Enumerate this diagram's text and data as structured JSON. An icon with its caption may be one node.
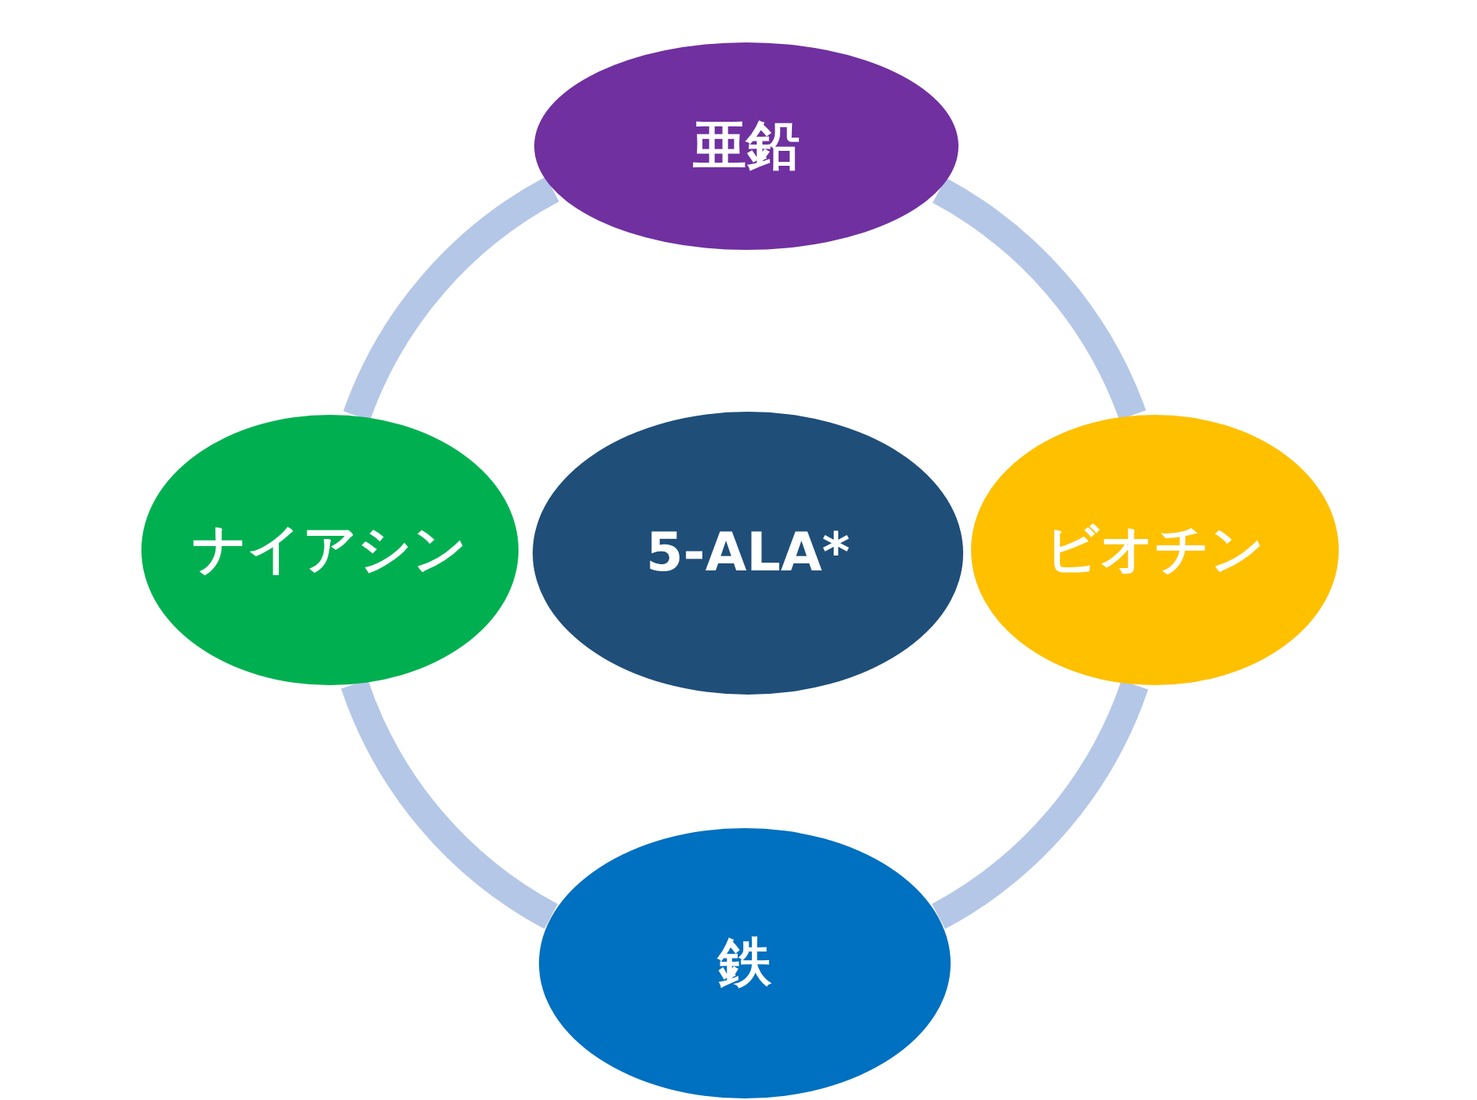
{
  "diagram": {
    "nodes": [
      {
        "text": [
          "亜鉛"
        ]
      },
      {
        "text": [
          "ナイアシン"
        ]
      },
      {
        "text": [
          "5-ALA*"
        ]
      },
      {
        "text": [
          "ビオチン"
        ]
      },
      {
        "text": [
          "鉄"
        ]
      }
    ],
    "edges": [
      {
        "from": 0,
        "to": 3,
        "arrow": "none"
      },
      {
        "from": 3,
        "to": 4,
        "arrow": "none"
      },
      {
        "from": 4,
        "to": 1,
        "arrow": "none"
      },
      {
        "from": 1,
        "to": 0,
        "arrow": "none"
      }
    ]
  }
}
